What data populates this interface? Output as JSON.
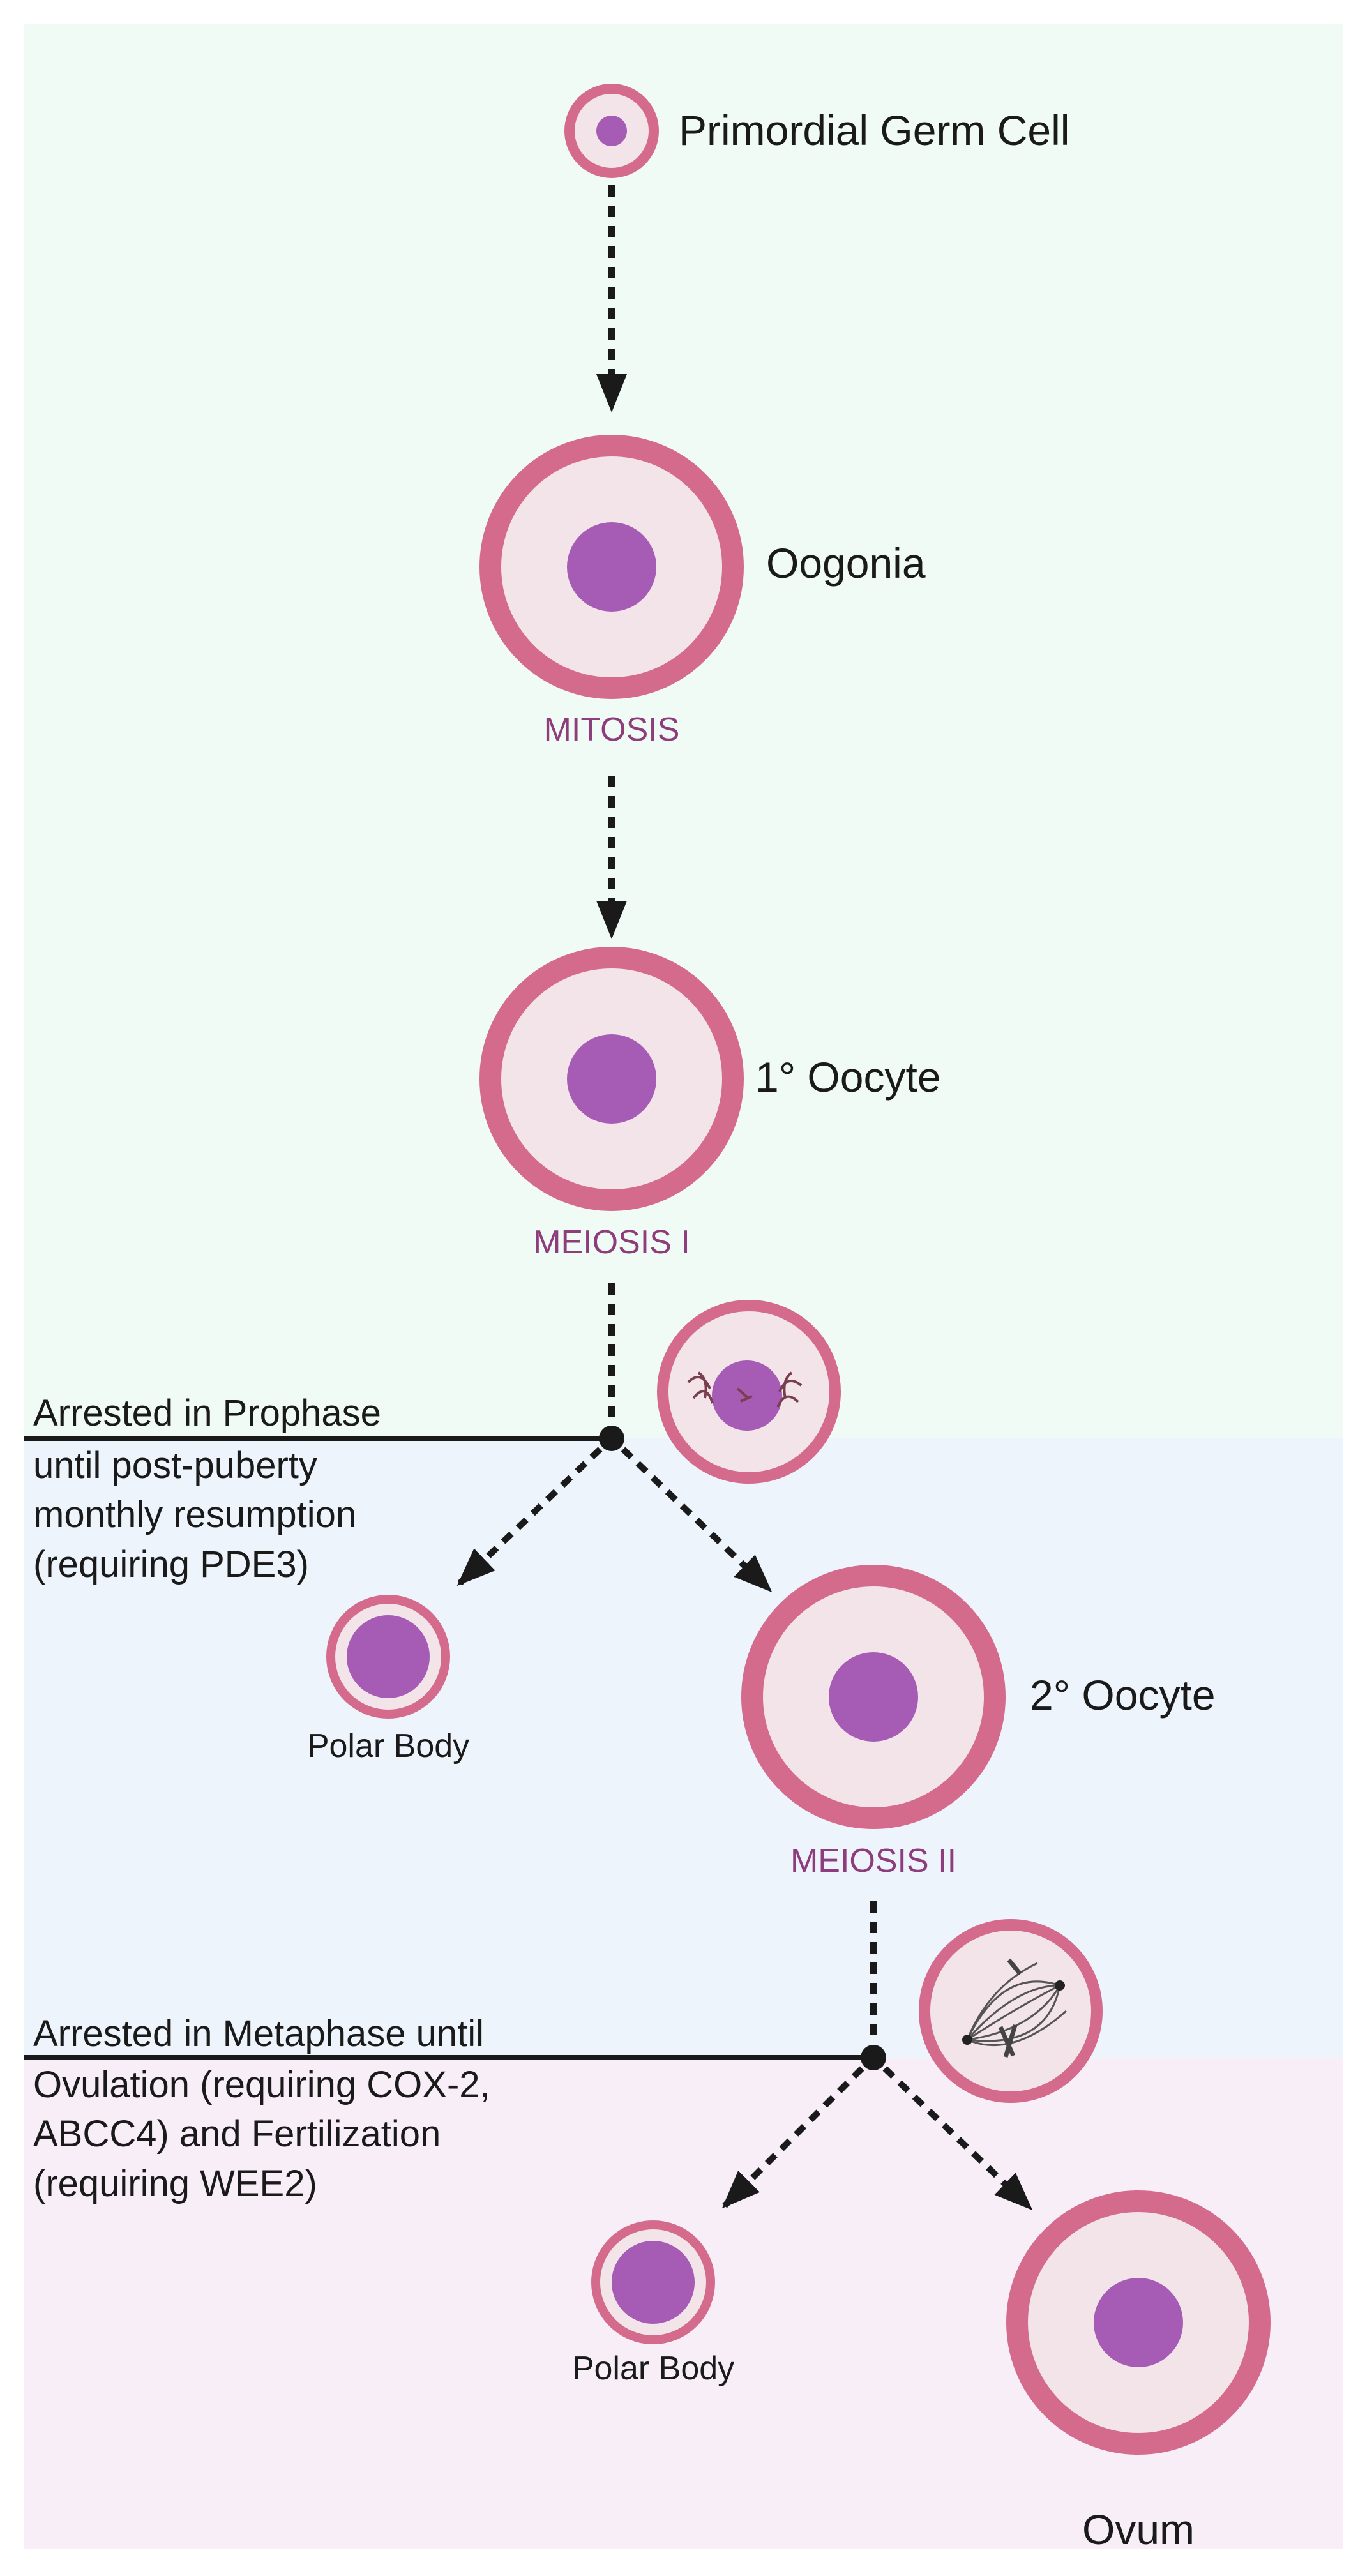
{
  "diagram": {
    "stages": {
      "primordial": "Primordial Germ Cell",
      "oogonia": "Oogonia",
      "primary_oocyte": "1° Oocyte",
      "secondary_oocyte": "2° Oocyte",
      "polar_body_1": "Polar Body",
      "polar_body_2": "Polar Body",
      "ovum": "Ovum"
    },
    "processes": {
      "mitosis": "MITOSIS",
      "meiosis_1": "MEIOSIS I",
      "meiosis_2": "MEIOSIS II"
    },
    "notes": {
      "prophase": [
        "Arrested in Prophase",
        "until post-puberty",
        "monthly resumption",
        "(requiring PDE3)"
      ],
      "metaphase": [
        "Arrested in Metaphase until",
        "Ovulation (requiring COX-2,",
        "ABCC4) and Fertilization",
        "(requiring WEE2)"
      ]
    },
    "colors": {
      "region_top": "#f1fbf5",
      "region_middle": "#eef4fb",
      "region_bottom": "#f8eef8",
      "cell_membrane": "#d46b8c",
      "cytoplasm": "#f2e4e8",
      "nucleus": "#a65cb5",
      "process_text": "#8e3d7c"
    }
  }
}
